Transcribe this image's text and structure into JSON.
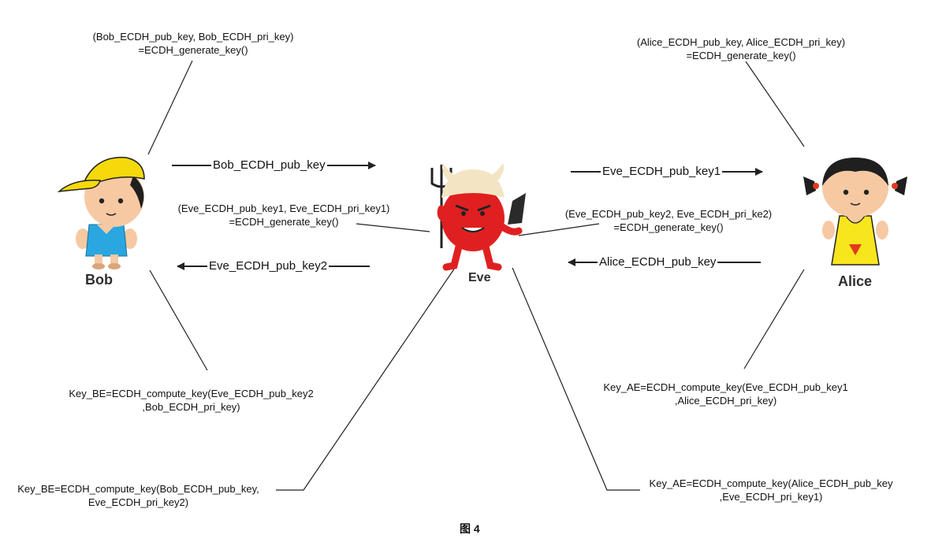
{
  "actors": {
    "bob": {
      "name": "Bob"
    },
    "eve": {
      "name": "Eve"
    },
    "alice": {
      "name": "Alice"
    }
  },
  "labels": {
    "bob_gen": [
      "(Bob_ECDH_pub_key, Bob_ECDH_pri_key)",
      "=ECDH_generate_key()"
    ],
    "alice_gen": [
      "(Alice_ECDH_pub_key, Alice_ECDH_pri_key)",
      "=ECDH_generate_key()"
    ],
    "eve_gen1": [
      "(Eve_ECDH_pub_key1, Eve_ECDH_pri_key1)",
      "=ECDH_generate_key()"
    ],
    "eve_gen2": [
      "(Eve_ECDH_pub_key2, Eve_ECDH_pri_ke2)",
      "=ECDH_generate_key()"
    ],
    "bob_compute": [
      "Key_BE=ECDH_compute_key(Eve_ECDH_pub_key2",
      ",Bob_ECDH_pri_key)"
    ],
    "alice_compute": [
      "Key_AE=ECDH_compute_key(Eve_ECDH_pub_key1",
      ",Alice_ECDH_pri_key)"
    ],
    "eve_compute_be": [
      "Key_BE=ECDH_compute_key(Bob_ECDH_pub_key,",
      "Eve_ECDH_pri_key2)"
    ],
    "eve_compute_ae": [
      "Key_AE=ECDH_compute_key(Alice_ECDH_pub_key",
      ",Eve_ECDH_pri_key1)"
    ]
  },
  "arrows": {
    "bob_to_eve": "Bob_ECDH_pub_key",
    "eve_to_alice": "Eve_ECDH_pub_key1",
    "eve_to_bob": "Eve_ECDH_pub_key2",
    "alice_to_eve": "Alice_ECDH_pub_key"
  },
  "caption": "图 4",
  "colors": {
    "bob_cap": "#f5d90a",
    "bob_shirt": "#2aa7e0",
    "skin": "#f6c9a3",
    "hair": "#1f1f1f",
    "eve_body": "#e02020",
    "eve_helmet": "#f3e5c3",
    "alice_dress": "#f7e61c",
    "alice_heart": "#e23a1e"
  }
}
